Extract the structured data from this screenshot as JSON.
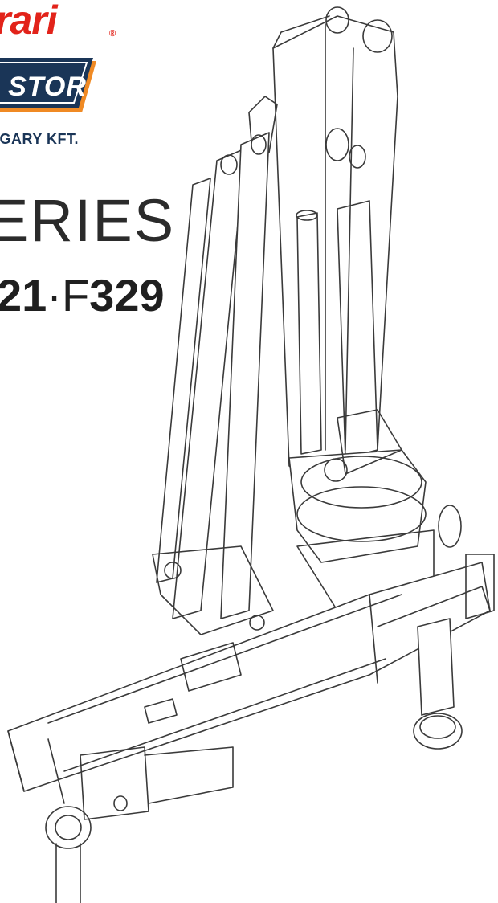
{
  "brand": {
    "name": "rari",
    "registered_mark": "®",
    "badge_text": "STOR",
    "company": "IGARY KFT.",
    "colors": {
      "red": "#e2231a",
      "navy": "#1a3557",
      "orange": "#f08a24"
    }
  },
  "heading": {
    "series": "ERIES",
    "model_a": "21",
    "separator": "·",
    "model_prefix": "F",
    "model_b": "329"
  },
  "illustration": {
    "icon": "crane-line-drawing"
  }
}
